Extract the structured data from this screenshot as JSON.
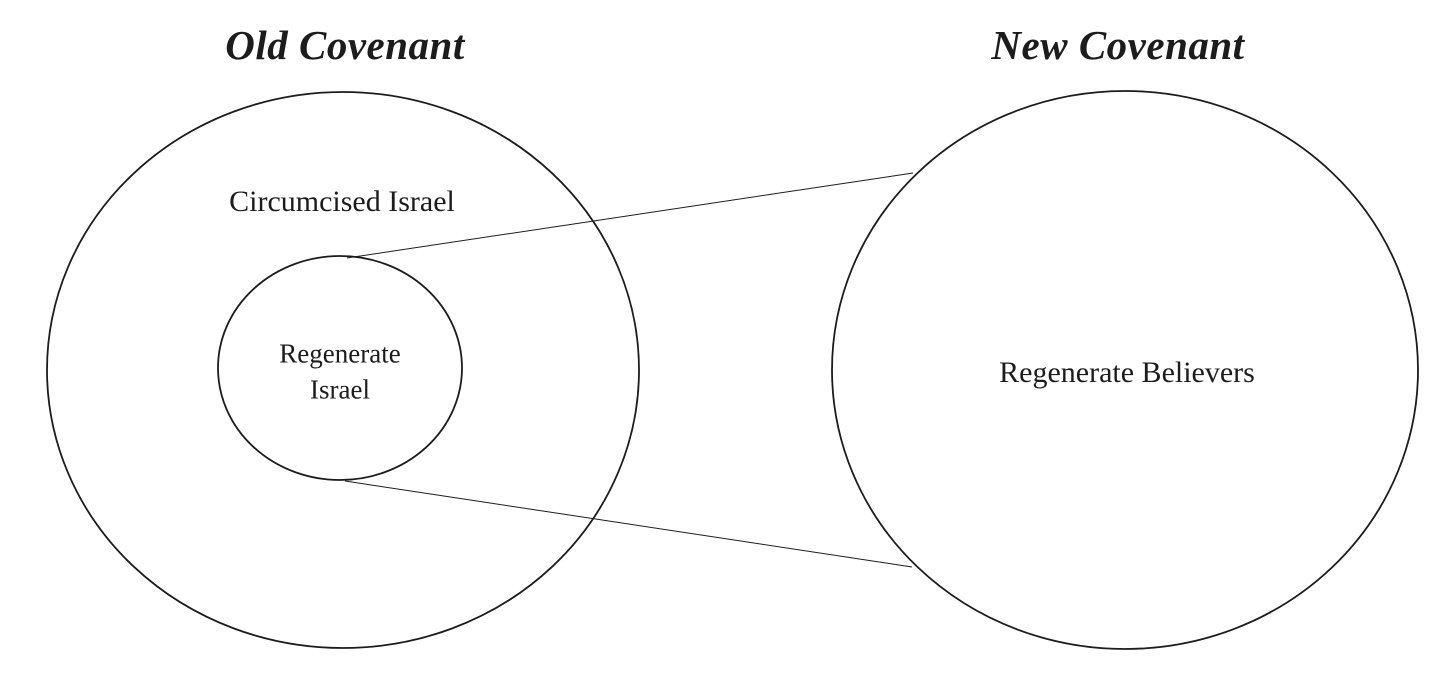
{
  "page": {
    "background_color": "#ffffff",
    "stroke_color": "#1c1c1c",
    "text_color": "#1c1c1c"
  },
  "diagram": {
    "old_covenant": {
      "title": "Old Covenant",
      "outer_circle_label": "Circumcised Israel",
      "inner_circle_label_line1": "Regenerate",
      "inner_circle_label_line2": "Israel"
    },
    "new_covenant": {
      "title": "New Covenant",
      "circle_label": "Regenerate Believers"
    }
  }
}
